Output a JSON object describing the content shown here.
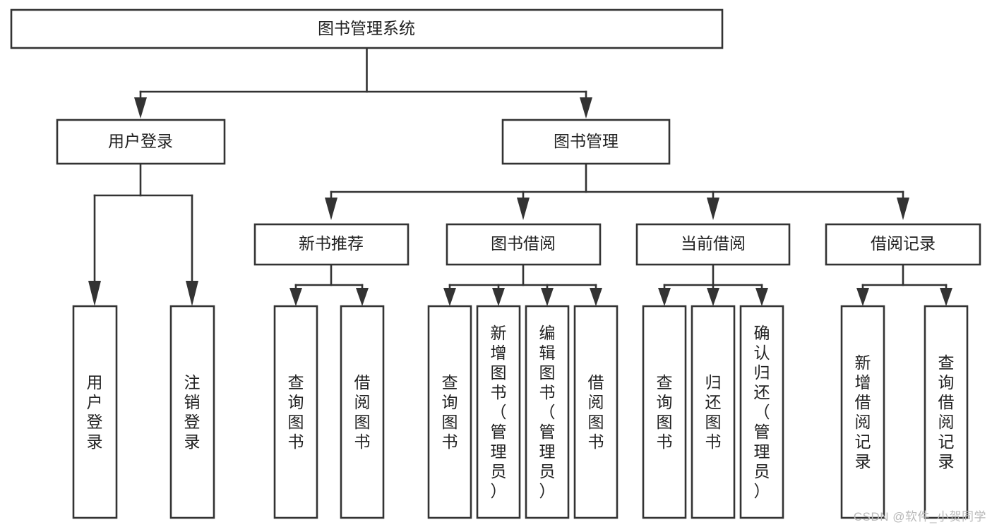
{
  "diagram": {
    "type": "tree",
    "title": "图书管理系统",
    "root": {
      "id": "root",
      "label": "图书管理系统",
      "orientation": "horizontal"
    },
    "level2": [
      {
        "id": "user-login",
        "label": "用户登录",
        "orientation": "horizontal"
      },
      {
        "id": "book-manage",
        "label": "图书管理",
        "orientation": "horizontal"
      }
    ],
    "level3": [
      {
        "id": "new-book-rec",
        "label": "新书推荐",
        "orientation": "horizontal",
        "parent": "book-manage"
      },
      {
        "id": "book-borrow",
        "label": "图书借阅",
        "orientation": "horizontal",
        "parent": "book-manage"
      },
      {
        "id": "current-borrow",
        "label": "当前借阅",
        "orientation": "horizontal",
        "parent": "book-manage"
      },
      {
        "id": "borrow-record",
        "label": "借阅记录",
        "orientation": "horizontal",
        "parent": "book-manage"
      }
    ],
    "leaves": [
      {
        "id": "leaf-user-login",
        "label": "用户登录",
        "orientation": "vertical",
        "parent": "user-login"
      },
      {
        "id": "leaf-user-logout",
        "label": "注销登录",
        "orientation": "vertical",
        "parent": "user-login"
      },
      {
        "id": "leaf-query-book-1",
        "label": "查询图书",
        "orientation": "vertical",
        "parent": "new-book-rec"
      },
      {
        "id": "leaf-borrow-book-1",
        "label": "借阅图书",
        "orientation": "vertical",
        "parent": "new-book-rec"
      },
      {
        "id": "leaf-query-book-2",
        "label": "查询图书",
        "orientation": "vertical",
        "parent": "book-borrow"
      },
      {
        "id": "leaf-add-book",
        "label": "新增图书（管理员）",
        "orientation": "vertical",
        "parent": "book-borrow"
      },
      {
        "id": "leaf-edit-book",
        "label": "编辑图书（管理员）",
        "orientation": "vertical",
        "parent": "book-borrow"
      },
      {
        "id": "leaf-borrow-book-2",
        "label": "借阅图书",
        "orientation": "vertical",
        "parent": "book-borrow"
      },
      {
        "id": "leaf-query-book-3",
        "label": "查询图书",
        "orientation": "vertical",
        "parent": "current-borrow"
      },
      {
        "id": "leaf-return-book",
        "label": "归还图书",
        "orientation": "vertical",
        "parent": "current-borrow"
      },
      {
        "id": "leaf-confirm-return",
        "label": "确认归还（管理员）",
        "orientation": "vertical",
        "parent": "current-borrow"
      },
      {
        "id": "leaf-add-record",
        "label": "新增借阅记录",
        "orientation": "vertical",
        "parent": "borrow-record"
      },
      {
        "id": "leaf-query-record",
        "label": "查询借阅记录",
        "orientation": "vertical",
        "parent": "borrow-record"
      }
    ],
    "colors": {
      "stroke": "#333333",
      "fill": "#ffffff",
      "text": "#222222",
      "watermark": "#b9b9b9"
    }
  },
  "watermark": {
    "text": "CSDN @软件_小贺同学"
  }
}
